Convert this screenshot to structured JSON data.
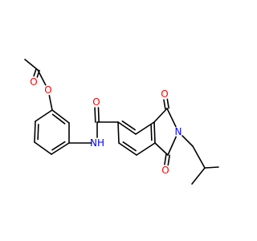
{
  "colors": {
    "bond": "#000000",
    "O": "#ff0000",
    "N": "#0000ff"
  },
  "atoms": [
    {
      "id": "O1",
      "symbol": "O"
    },
    {
      "id": "O2",
      "symbol": "O"
    },
    {
      "id": "N1",
      "symbol": "NH"
    },
    {
      "id": "O3",
      "symbol": "O"
    },
    {
      "id": "O4",
      "symbol": "O"
    },
    {
      "id": "N2",
      "symbol": "N"
    },
    {
      "id": "O5",
      "symbol": "O"
    }
  ]
}
